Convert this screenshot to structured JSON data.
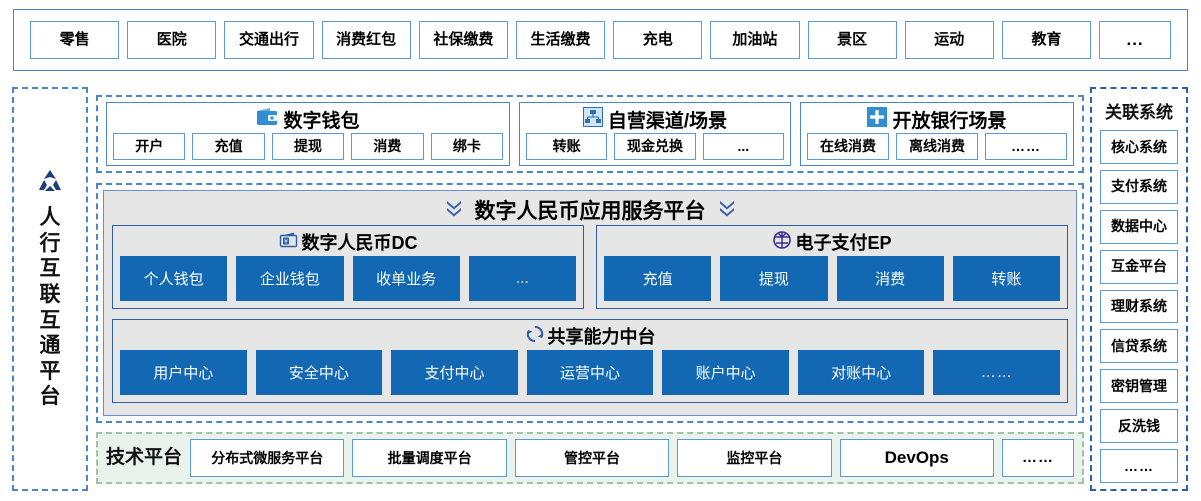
{
  "theme": {
    "accent_blue": "#1268b3",
    "border_blue": "#4a86c8",
    "panel_grey": "#e6e6e6",
    "tech_green": "#e9f3ec"
  },
  "top_bar": {
    "items": [
      {
        "label": "零售"
      },
      {
        "label": "医院"
      },
      {
        "label": "交通出行"
      },
      {
        "label": "消费红包"
      },
      {
        "label": "社保缴费"
      },
      {
        "label": "生活缴费"
      },
      {
        "label": "充电"
      },
      {
        "label": "加油站"
      },
      {
        "label": "景区"
      },
      {
        "label": "运动"
      },
      {
        "label": "教育"
      },
      {
        "label": "..."
      }
    ]
  },
  "left_pillar": {
    "icon": "tri-node-icon",
    "title": "人行互联互通平台"
  },
  "right_pillar": {
    "title": "关联系统",
    "items": [
      {
        "label": "核心系统"
      },
      {
        "label": "支付系统"
      },
      {
        "label": "数据中心"
      },
      {
        "label": "互金平台"
      },
      {
        "label": "理财系统"
      },
      {
        "label": "信贷系统"
      },
      {
        "label": "密钥管理"
      },
      {
        "label": "反洗钱"
      },
      {
        "label": "……"
      }
    ]
  },
  "channels": [
    {
      "key": "wallet",
      "icon": "wallet-icon",
      "title": "数字钱包",
      "items": [
        {
          "label": "开户"
        },
        {
          "label": "充值"
        },
        {
          "label": "提现"
        },
        {
          "label": "消费"
        },
        {
          "label": "绑卡"
        }
      ]
    },
    {
      "key": "self",
      "icon": "org-chart-icon",
      "title": "自营渠道/场景",
      "items": [
        {
          "label": "转账"
        },
        {
          "label": "现金兑换"
        },
        {
          "label": "..."
        }
      ]
    },
    {
      "key": "openbank",
      "icon": "cross-plus-icon",
      "title": "开放银行场景",
      "items": [
        {
          "label": "在线消费"
        },
        {
          "label": "离线消费"
        },
        {
          "label": "……"
        }
      ]
    }
  ],
  "platform": {
    "title": "数字人民币应用服务平台",
    "ornament_icon": "double-chevron-down-icon",
    "sub_panels": [
      {
        "key": "dc",
        "icon": "wallet-yuan-icon",
        "title": "数字人民币DC",
        "items": [
          {
            "label": "个人钱包"
          },
          {
            "label": "企业钱包"
          },
          {
            "label": "收单业务"
          },
          {
            "label": "..."
          }
        ]
      },
      {
        "key": "ep",
        "icon": "payment-wheel-icon",
        "title": "电子支付EP",
        "items": [
          {
            "label": "充值"
          },
          {
            "label": "提现"
          },
          {
            "label": "消费"
          },
          {
            "label": "转账"
          }
        ]
      }
    ],
    "shared": {
      "icon": "recycle-arrows-icon",
      "title": "共享能力中台",
      "items": [
        {
          "label": "用户中心"
        },
        {
          "label": "安全中心"
        },
        {
          "label": "支付中心"
        },
        {
          "label": "运营中心"
        },
        {
          "label": "账户中心"
        },
        {
          "label": "对账中心"
        },
        {
          "label": "……"
        }
      ]
    }
  },
  "tech_platform": {
    "label": "技术平台",
    "items": [
      {
        "label": "分布式微服务平台"
      },
      {
        "label": "批量调度平台"
      },
      {
        "label": "管控平台"
      },
      {
        "label": "监控平台"
      },
      {
        "label": "DevOps"
      },
      {
        "label": "……"
      }
    ]
  }
}
